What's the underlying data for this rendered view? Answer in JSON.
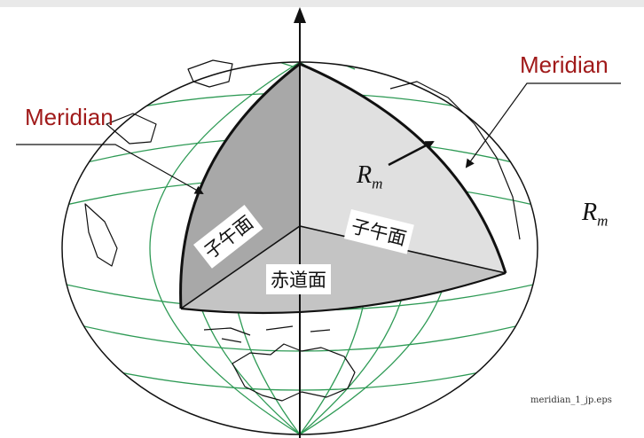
{
  "labels": {
    "meridian_left": "Meridian",
    "meridian_right": "Meridian",
    "rm_inner_R": "R",
    "rm_inner_sub": "m",
    "rm_outer_R": "R",
    "rm_outer_sub": "m",
    "meridian_plane_left": "子午面",
    "meridian_plane_right": "子午面",
    "equatorial_plane": "赤道面",
    "filename": "meridian_1_jp.eps"
  },
  "colors": {
    "label_red": "#a01a1a",
    "grid_green": "#2e9a55",
    "left_face": "#a8a8a8",
    "right_face": "#e0e0e0",
    "bottom_face": "#c4c4c4",
    "outline": "#111111"
  }
}
